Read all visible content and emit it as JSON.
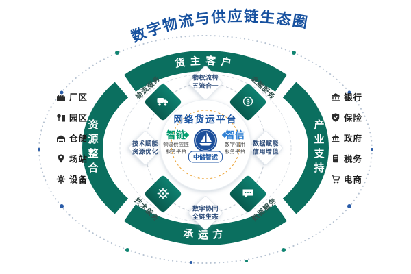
{
  "title": "数字物流与供应链生态圈",
  "ring": {
    "top": "货主客户",
    "bottom": "承运方",
    "left": "资源整合",
    "right": "产业支持"
  },
  "services": [
    {
      "label": "物流服务",
      "icon": "truck-icon"
    },
    {
      "label": "金融服务",
      "icon": "coin-icon"
    },
    {
      "label": "技术服务",
      "icon": "gear-icon"
    },
    {
      "label": "数据服务",
      "icon": "chat-icon"
    }
  ],
  "values": {
    "north": [
      "物权流转",
      "五流合一"
    ],
    "east": [
      "数据赋能",
      "信用增值"
    ],
    "south": [
      "数字协同",
      "全链生态"
    ],
    "west": [
      "技术赋能",
      "资源优化"
    ]
  },
  "center": {
    "platform": "网络货运平台",
    "brand": "中储智运",
    "left_badge": {
      "name": "智链",
      "line1": "物流供应链",
      "line2": "服务平台"
    },
    "right_badge": {
      "name": "智信",
      "line1": "数字信用",
      "line2": "服务平台"
    }
  },
  "left_items": [
    {
      "label": "厂区",
      "icon": "factory-icon"
    },
    {
      "label": "园区",
      "icon": "park-icon"
    },
    {
      "label": "仓储",
      "icon": "warehouse-icon"
    },
    {
      "label": "场站",
      "icon": "station-icon"
    },
    {
      "label": "设备",
      "icon": "equipment-icon"
    }
  ],
  "right_items": [
    {
      "label": "银行",
      "icon": "bank-icon"
    },
    {
      "label": "保险",
      "icon": "insurance-icon"
    },
    {
      "label": "政府",
      "icon": "government-icon"
    },
    {
      "label": "税务",
      "icon": "tax-icon"
    },
    {
      "label": "电商",
      "icon": "ecommerce-icon"
    }
  ],
  "glyphs": {
    "dollar": "$"
  },
  "colors": {
    "teal": "#0b6f5f",
    "blue": "#17519f",
    "green": "#009a6d",
    "light_blue": "#2f7fd4",
    "orange": "#eda73e"
  }
}
